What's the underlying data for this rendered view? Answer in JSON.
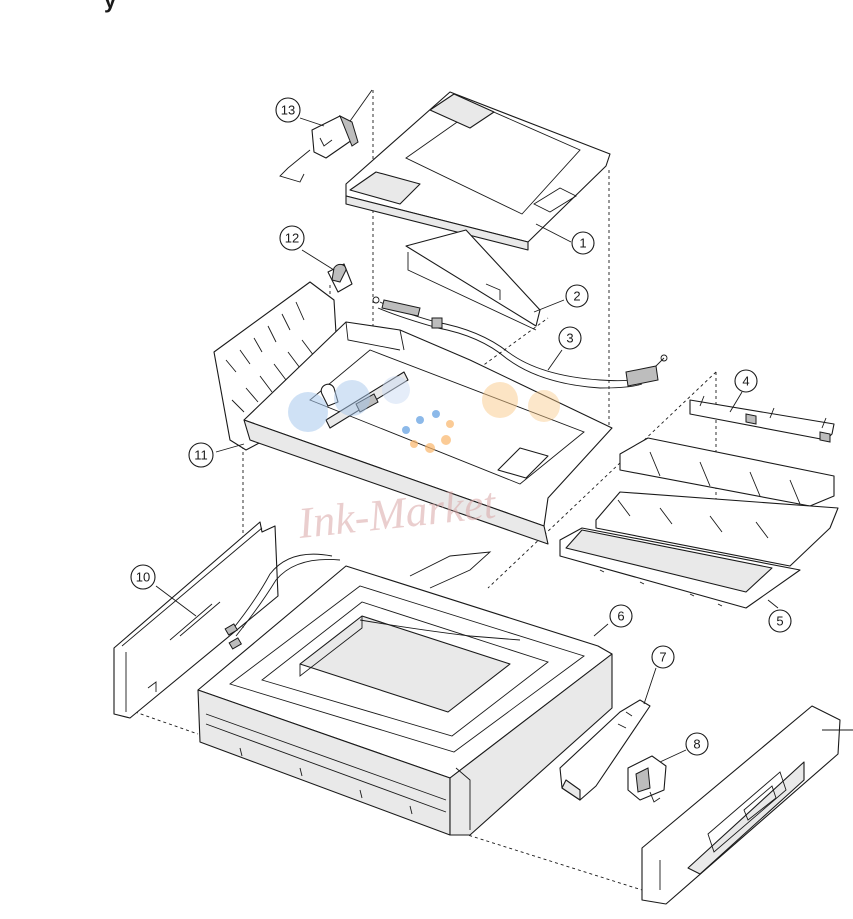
{
  "header": {
    "title_fragment": "y"
  },
  "watermark": {
    "text": "Ink-Market",
    "dot_colors": [
      "#a8c8ec",
      "#f9c98a",
      "#5b9be0"
    ]
  },
  "callouts": [
    {
      "id": "c1",
      "label": "1"
    },
    {
      "id": "c2",
      "label": "2"
    },
    {
      "id": "c3",
      "label": "3"
    },
    {
      "id": "c4",
      "label": "4"
    },
    {
      "id": "c5",
      "label": "5"
    },
    {
      "id": "c6",
      "label": "6"
    },
    {
      "id": "c7",
      "label": "7"
    },
    {
      "id": "c8",
      "label": "8"
    },
    {
      "id": "c10",
      "label": "10"
    },
    {
      "id": "c11",
      "label": "11"
    },
    {
      "id": "c12",
      "label": "12"
    },
    {
      "id": "c13",
      "label": "13"
    }
  ]
}
